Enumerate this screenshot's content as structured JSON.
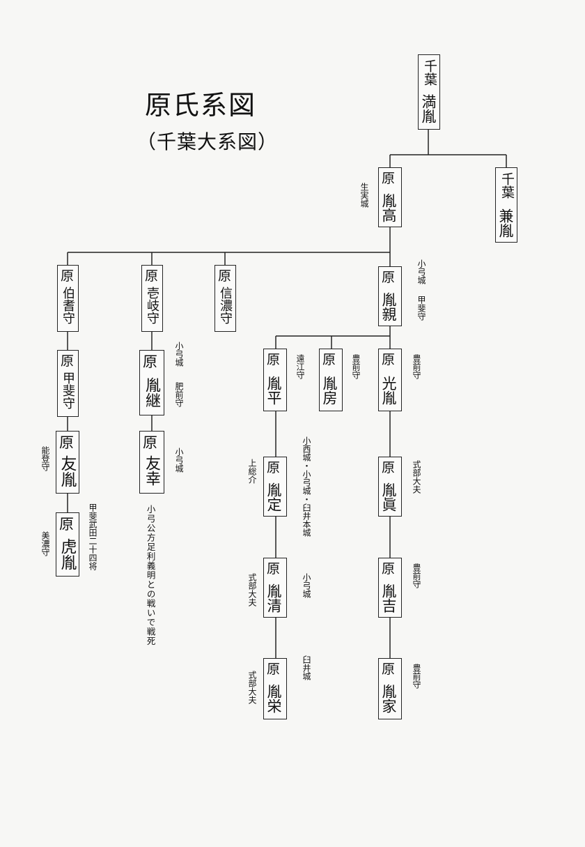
{
  "title": "原氏系図",
  "subtitle": "（千葉大系図）",
  "nodes": {
    "mitsutane": {
      "surname": "千葉",
      "given": "満胤"
    },
    "kanetane": {
      "surname": "千葉",
      "given": "兼胤"
    },
    "tanetaka": {
      "surname": "原",
      "given": "胤高"
    },
    "tanechika": {
      "surname": "原",
      "given": "胤親"
    },
    "hokinokami": {
      "surname": "原",
      "given": "伯耆守"
    },
    "ikinokami": {
      "surname": "原",
      "given": "壱岐守"
    },
    "shinanonokami": {
      "surname": "原",
      "given": "信濃守"
    },
    "kainokami": {
      "surname": "原",
      "given": "甲斐守"
    },
    "tomotane": {
      "surname": "原",
      "given": "友胤"
    },
    "toratane": {
      "surname": "原",
      "given": "虎胤"
    },
    "tanetsugu": {
      "surname": "原",
      "given": "胤継"
    },
    "tomoyuki": {
      "surname": "原",
      "given": "友幸"
    },
    "tanehira": {
      "surname": "原",
      "given": "胤平"
    },
    "tanefusa": {
      "surname": "原",
      "given": "胤房"
    },
    "mitsutane2": {
      "surname": "原",
      "given": "光胤"
    },
    "tanesada": {
      "surname": "原",
      "given": "胤定"
    },
    "tanekiyo": {
      "surname": "原",
      "given": "胤清"
    },
    "tanehide": {
      "surname": "原",
      "given": "胤栄"
    },
    "tanesane": {
      "surname": "原",
      "given": "胤眞"
    },
    "taneyoshi": {
      "surname": "原",
      "given": "胤吉"
    },
    "taneie": {
      "surname": "原",
      "given": "胤家"
    }
  },
  "notes": {
    "tanetaka_castle": "生実城",
    "tanechika_castle": "小弓城",
    "tanechika_title": "甲斐守",
    "tanetsugu_castle": "小弓城",
    "tanetsugu_title": "肥前守",
    "tanehira_title": "遠江守",
    "tanefusa_title": "豊前守",
    "mitsutane2_title": "豊前守",
    "tomotane_title": "能登守",
    "tomoyuki_castle": "小弓城",
    "tomoyuki_death": "小弓公方足利義明との戦いで戦死",
    "toratane_title": "美濃守",
    "toratane_note": "甲斐武田二十四将",
    "tanesada_title": "上総介",
    "tanesada_castles": "小西城・小弓城・臼井本城",
    "tanekiyo_title": "式部大夫",
    "tanekiyo_castle": "小弓城",
    "tanehide_title": "式部大夫",
    "tanehide_castle": "臼井城",
    "tanesane_title": "式部大夫",
    "taneyoshi_title": "豊前守",
    "taneie_title": "豊前守"
  }
}
